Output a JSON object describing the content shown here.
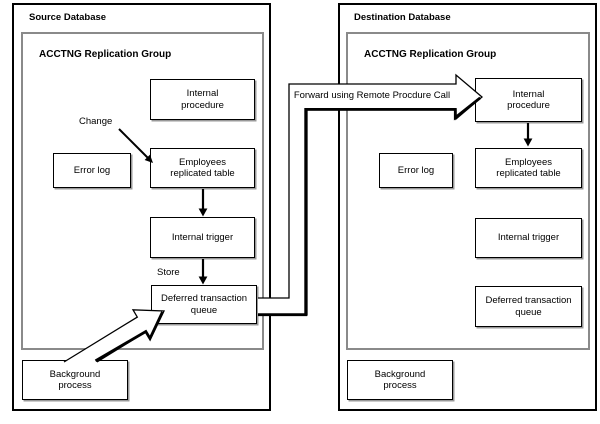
{
  "diagram": {
    "source": {
      "title": "Source Database",
      "group": "ACCTNG Replication Group",
      "internal_procedure": "Internal\nprocedure",
      "employees_table": "Employees\nreplicated table",
      "error_log": "Error log",
      "internal_trigger": "Internal trigger",
      "deferred_queue": "Deferred transaction\nqueue",
      "background_process": "Background\nprocess",
      "change_label": "Change",
      "store_label": "Store"
    },
    "destination": {
      "title": "Destination Database",
      "group": "ACCTNG Replication Group",
      "internal_procedure": "Internal\nprocedure",
      "employees_table": "Employees\nreplicated table",
      "error_log": "Error log",
      "internal_trigger": "Internal trigger",
      "deferred_queue": "Deferred transaction\nqueue",
      "background_process": "Background\nprocess"
    },
    "forward_label": "Forward using Remote Procdure Call",
    "colors": {
      "line": "#000000",
      "inner_border": "#8a8a8a",
      "shadow": "#999999",
      "background": "#ffffff"
    }
  }
}
